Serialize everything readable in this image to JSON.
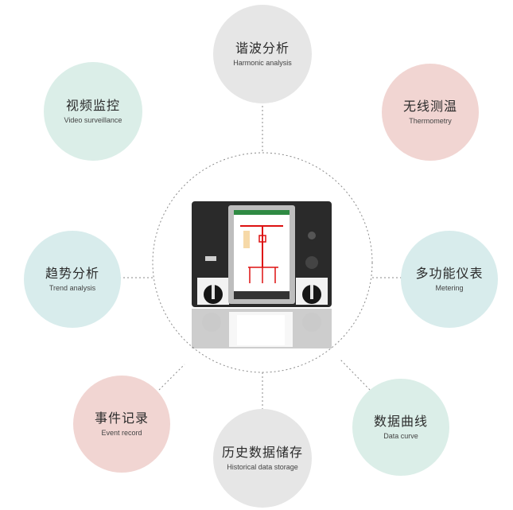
{
  "features": [
    {
      "id": "harmonic",
      "cn": "谐波分析",
      "en": "Harmonic analysis",
      "color": "#e6e6e6"
    },
    {
      "id": "thermo",
      "cn": "无线测温",
      "en": "Thermometry",
      "color": "#f1d5d2"
    },
    {
      "id": "metering",
      "cn": "多功能仪表",
      "en": "Metering",
      "color": "#d8ecec"
    },
    {
      "id": "datacurve",
      "cn": "数据曲线",
      "en": "Data curve",
      "color": "#dbeee8"
    },
    {
      "id": "history",
      "cn": "历史数据储存",
      "en": "Historical data storage",
      "color": "#e6e6e6"
    },
    {
      "id": "event",
      "cn": "事件记录",
      "en": "Event record",
      "color": "#f1d5d2"
    },
    {
      "id": "trend",
      "cn": "趋势分析",
      "en": "Trend analysis",
      "color": "#d8ecec"
    },
    {
      "id": "video",
      "cn": "视频监控",
      "en": "Video surveillance",
      "color": "#dbeee8"
    }
  ]
}
